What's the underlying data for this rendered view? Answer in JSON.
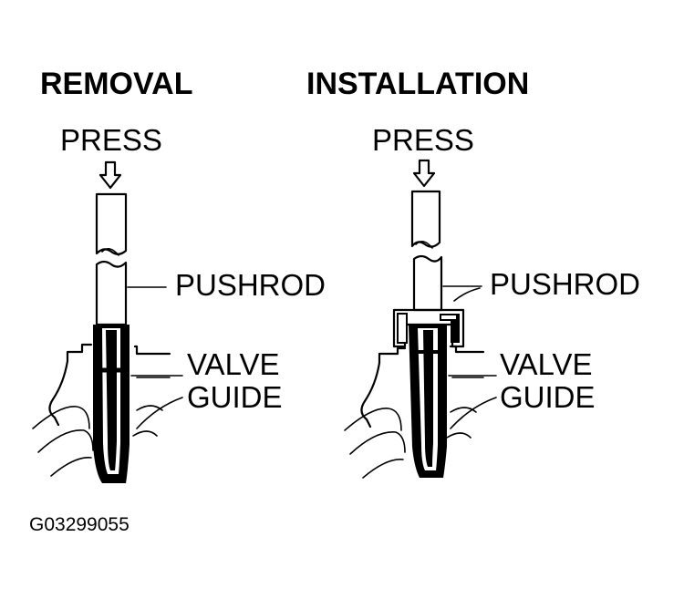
{
  "removal": {
    "title": "REMOVAL",
    "press_label": "PRESS",
    "pushrod_label": "PUSHROD",
    "valve_label": "VALVE",
    "guide_label": "GUIDE"
  },
  "installation": {
    "title": "INSTALLATION",
    "press_label": "PRESS",
    "pushrod_label": "PUSHROD",
    "valve_label": "VALVE",
    "guide_label": "GUIDE"
  },
  "figure_code": "G03299055",
  "colors": {
    "ink": "#000000",
    "background": "#ffffff"
  }
}
